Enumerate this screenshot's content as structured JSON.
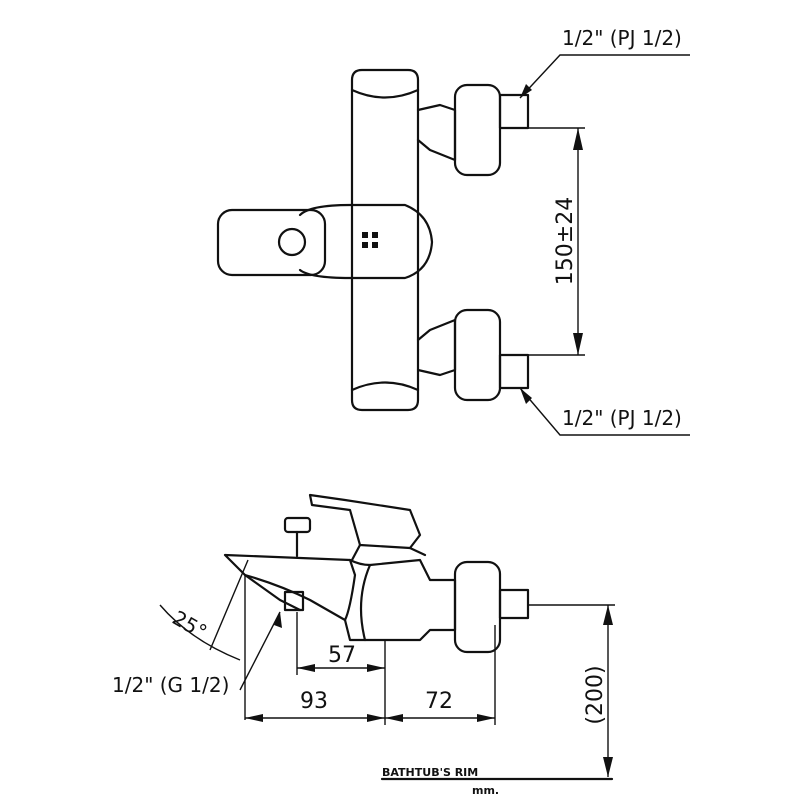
{
  "top_view": {
    "dimension_center_distance": "150±24",
    "inlet_top_label": "1/2\" (PJ 1/2)",
    "inlet_bottom_label": "1/2\" (PJ 1/2)"
  },
  "side_view": {
    "angle_label": "25°",
    "outlet_label": "1/2\" (G 1/2)",
    "dim_57": "57",
    "dim_93": "93",
    "dim_72": "72",
    "dim_height": "(200)",
    "rim_label": "BATHTUB'S RIM",
    "units_label": "mm."
  }
}
